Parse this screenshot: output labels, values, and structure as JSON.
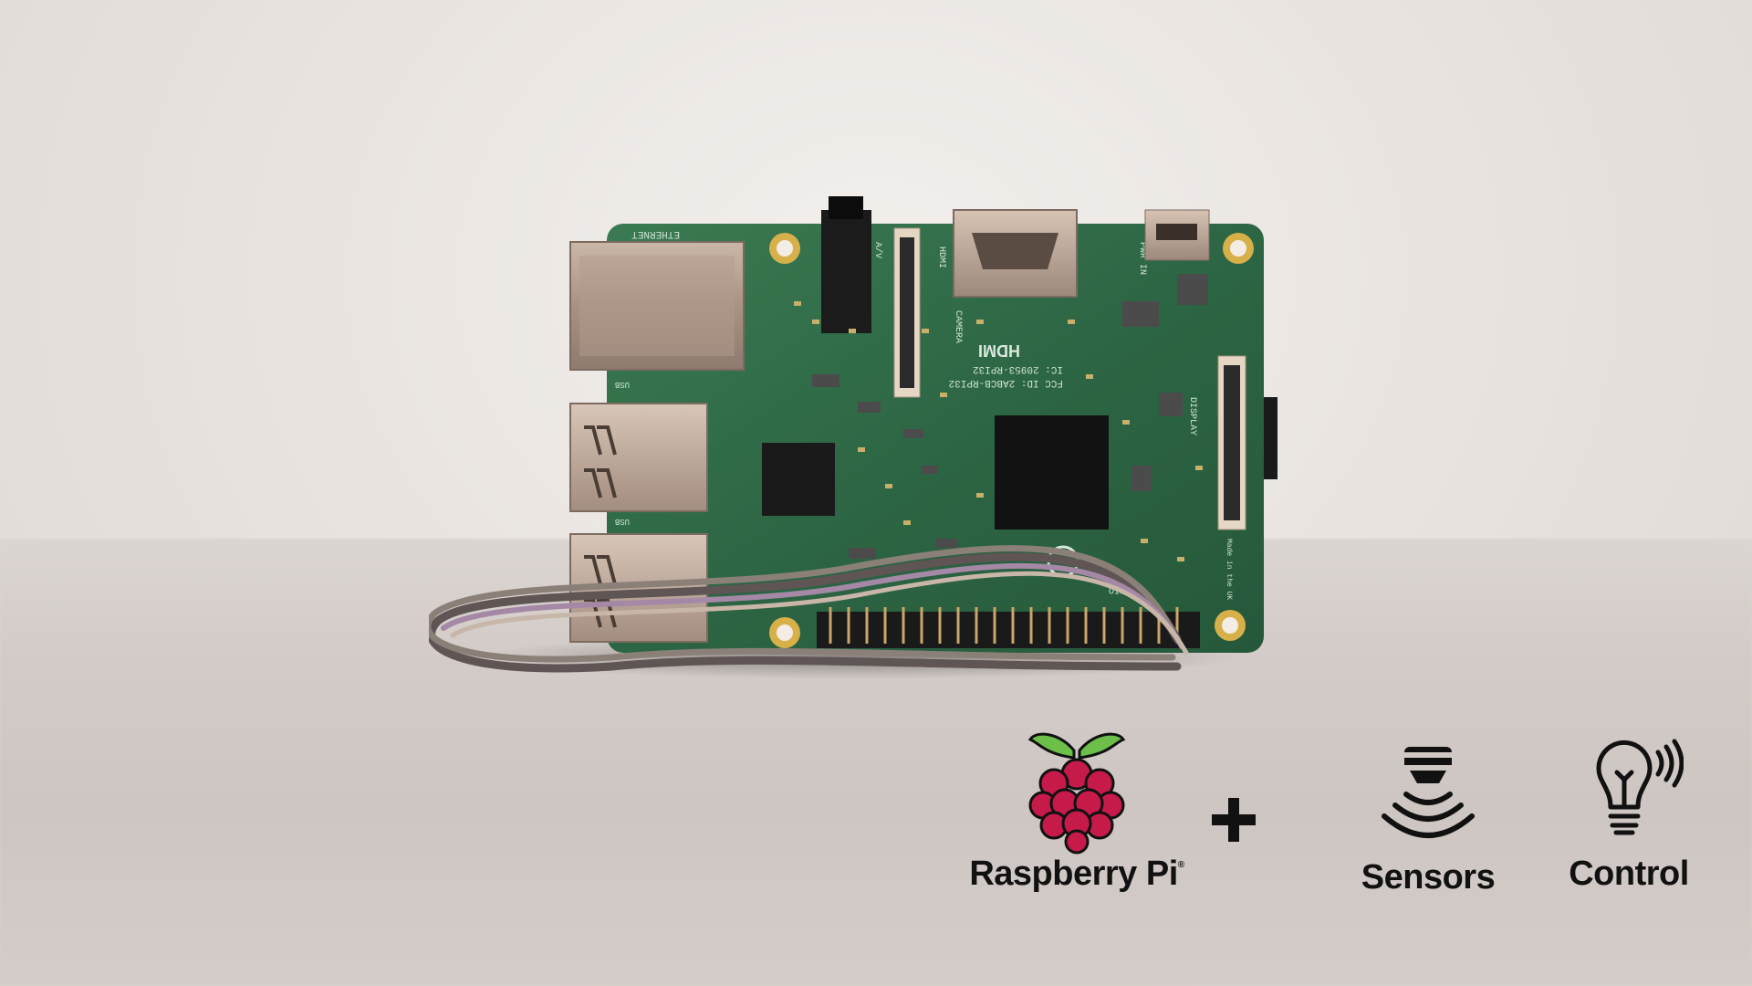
{
  "logos": {
    "raspberry_pi": {
      "label": "Raspberry Pi",
      "trademark": "®",
      "icon": "raspberry-pi-logo"
    },
    "plus": {
      "icon": "plus-icon"
    },
    "sensors": {
      "label": "Sensors",
      "icon": "sensor-waves-icon"
    },
    "control": {
      "label": "Control",
      "icon": "lightbulb-control-icon"
    }
  },
  "board": {
    "silkscreen": {
      "ethernet": "ETHERNET",
      "av": "A/V",
      "hdmi_top": "HDMI",
      "camera": "CAMERA",
      "pwr": "PWR IN",
      "hdmi_logo": "HDMI",
      "fcc": "FCC ID: 2ABCB-RPI32",
      "ic": "IC: 20953-RPI32",
      "display": "DISPLAY",
      "gpio": "GPIO",
      "usb1": "USB",
      "usb2": "USB",
      "made": "Made in the UK"
    }
  },
  "colors": {
    "background": "#e9e4e0",
    "board_green": "#2f6a45",
    "raspberry_red": "#c51a4a",
    "leaf_green": "#6cc04a",
    "text": "#111111"
  }
}
